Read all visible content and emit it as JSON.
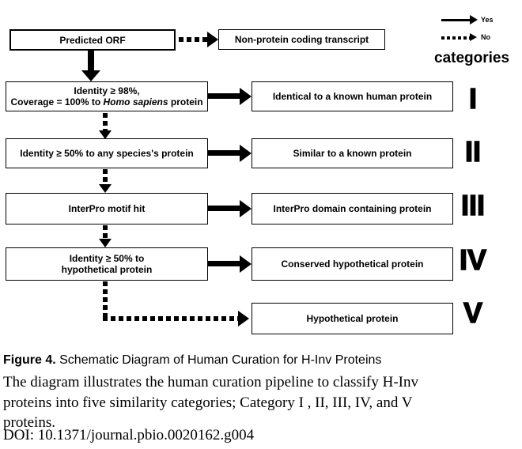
{
  "legend": {
    "yes_label": "Yes",
    "no_label": "No",
    "categories_label": "categories"
  },
  "flow": {
    "top": {
      "left_box": "Predicted ORF",
      "right_box": "Non-protein coding transcript"
    },
    "rows": [
      {
        "left_line1": "Identity ≥ 98%,",
        "left_line2_pre": "Coverage = 100% to ",
        "left_line2_italic": "Homo sapiens",
        "left_line2_post": " protein",
        "right_box": "Identical to a known human protein",
        "category": "I"
      },
      {
        "left_line1": "Identity ≥ 50% to any species's protein",
        "right_box": "Similar to a known protein",
        "category": "II"
      },
      {
        "left_line1": "InterPro motif hit",
        "right_box": "InterPro domain containing protein",
        "category": "III"
      },
      {
        "left_line1": "Identity ≥ 50% to",
        "left_line2": "hypothetical protein",
        "right_box": "Conserved hypothetical protein",
        "category": "IV"
      },
      {
        "right_box": "Hypothetical protein",
        "category": "V"
      }
    ]
  },
  "caption": {
    "figure_label": "Figure 4.",
    "figure_title": " Schematic Diagram of Human Curation for H-Inv Proteins",
    "body_line1": "The diagram illustrates the human curation pipeline to classify H-Inv",
    "body_line2": "proteins into five similarity categories; Category I , II, III, IV, and V",
    "body_line3": "proteins.",
    "doi": "DOI: 10.1371/journal.pbio.0020162.g004"
  },
  "colors": {
    "ink": "#000000",
    "background": "#ffffff"
  }
}
